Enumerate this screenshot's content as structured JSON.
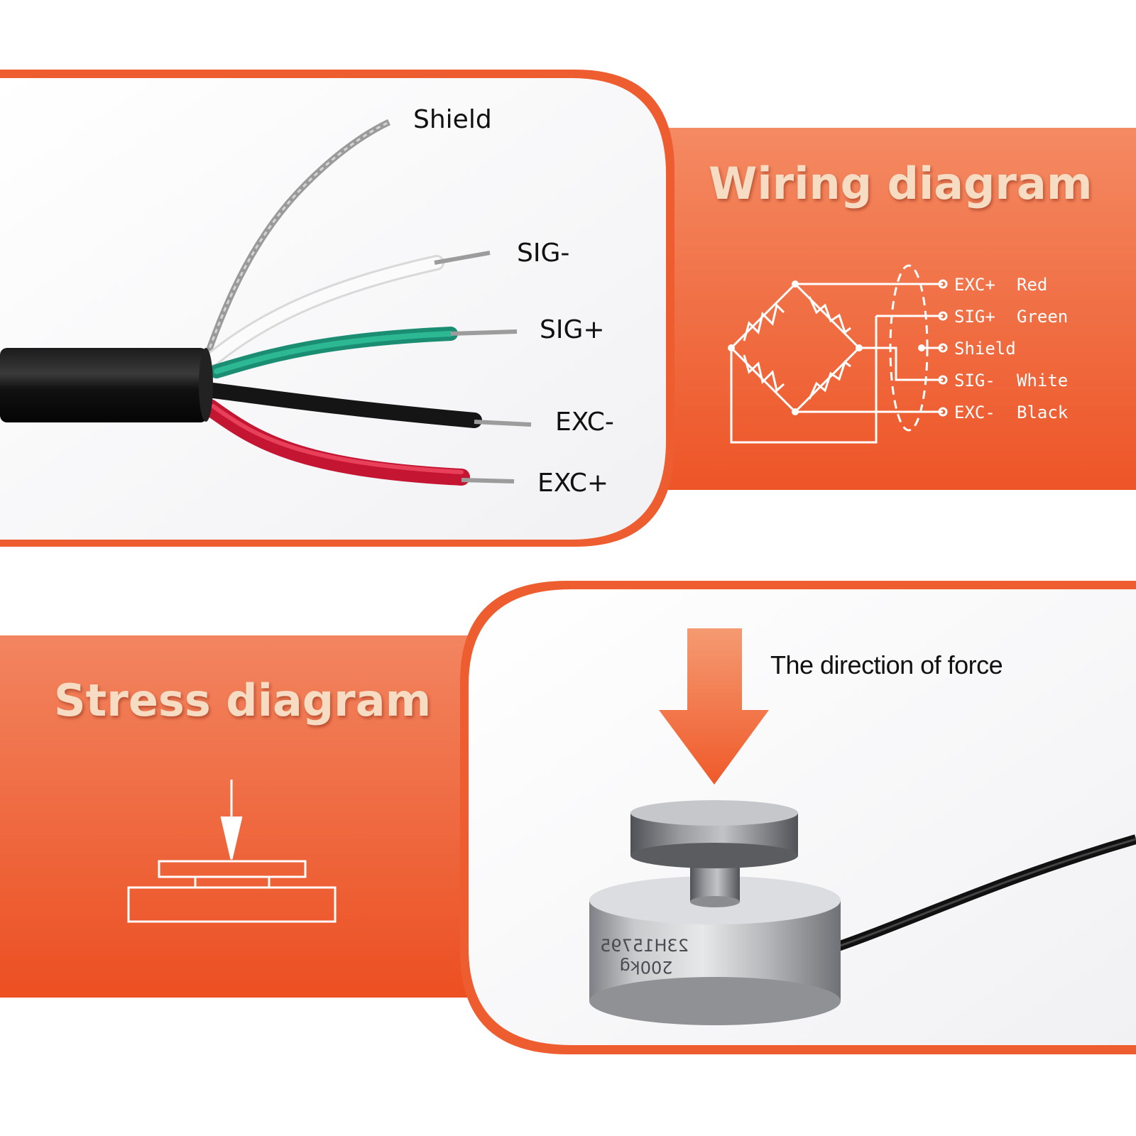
{
  "colors": {
    "accent": "#ee5a2c",
    "accent_light": "#f58a62",
    "title_text": "#f6dcc2"
  },
  "cable_photo": {
    "labels": {
      "shield": "Shield",
      "sig_minus": "SIG-",
      "sig_plus": "SIG+",
      "exc_minus": "EXC-",
      "exc_plus": "EXC+"
    },
    "wire_colors": [
      "silver",
      "white",
      "green",
      "black",
      "red"
    ]
  },
  "wiring": {
    "title": "Wiring diagram",
    "rows": [
      {
        "signal": "EXC+",
        "color": "Red"
      },
      {
        "signal": "SIG+",
        "color": "Green"
      },
      {
        "signal": "Shield",
        "color": ""
      },
      {
        "signal": "SIG-",
        "color": "White"
      },
      {
        "signal": "EXC-",
        "color": "Black"
      }
    ]
  },
  "stress": {
    "title": "Stress diagram"
  },
  "force": {
    "label": "The direction of force",
    "sensor_engraving": [
      "23H15795",
      "200kg"
    ]
  }
}
